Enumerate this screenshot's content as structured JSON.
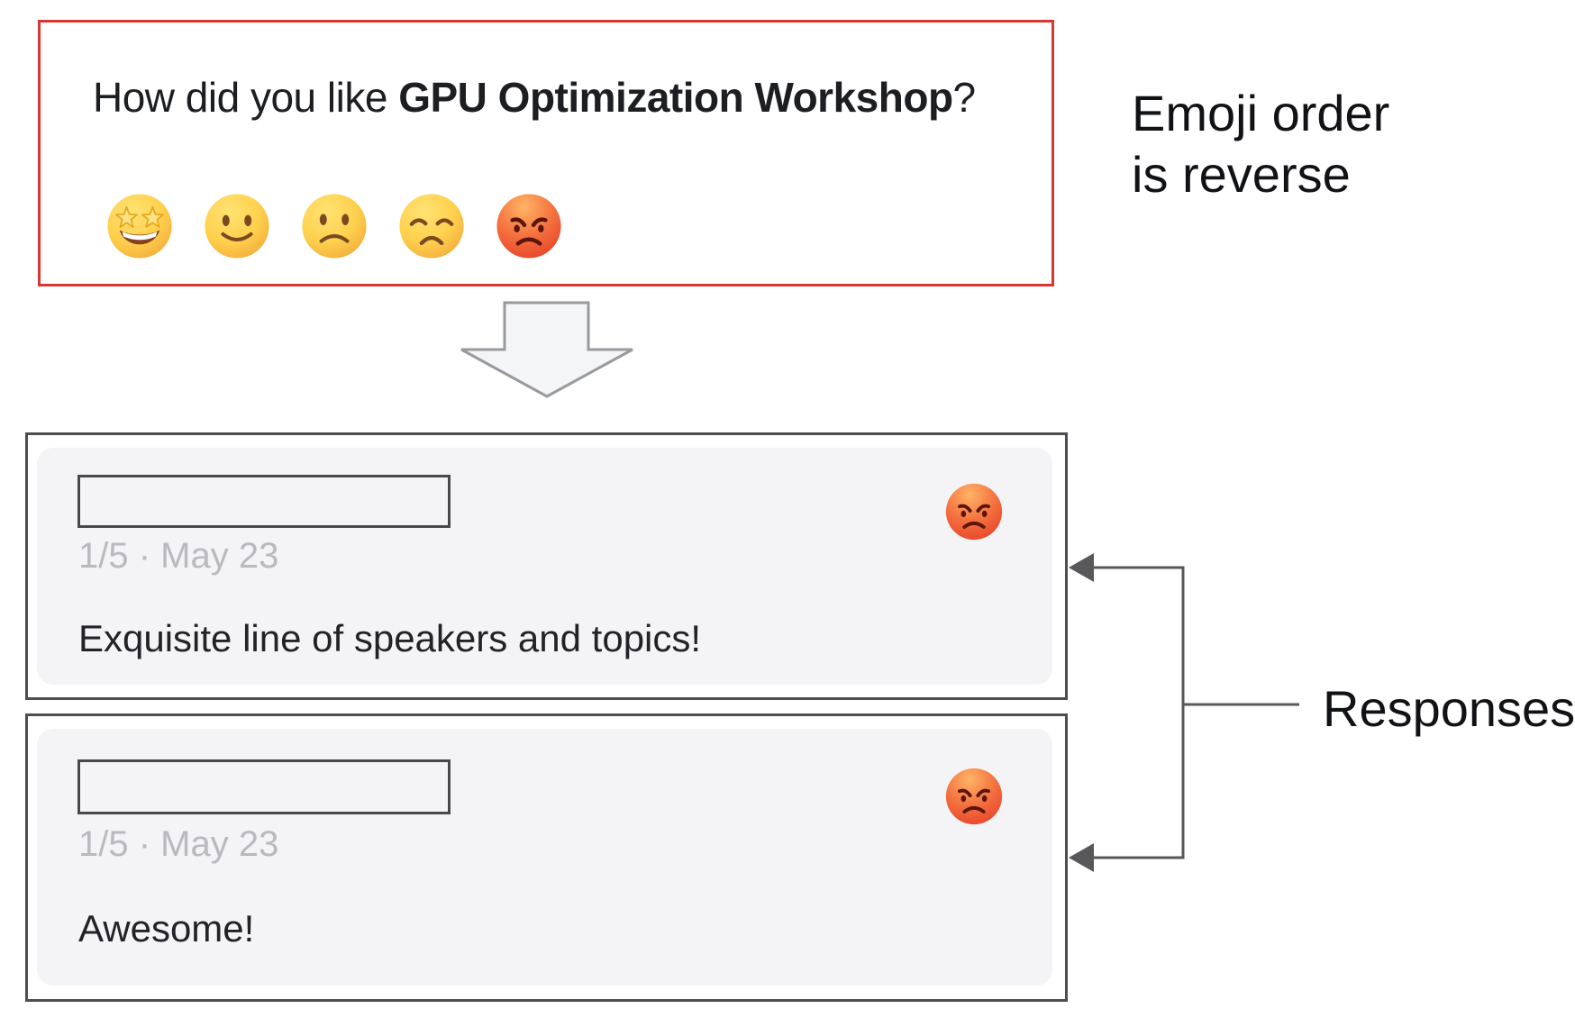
{
  "survey_widget": {
    "question": {
      "prefix": "How did you like ",
      "event_name_bold": "GPU Optimization Workshop",
      "suffix": "?"
    },
    "emoji_options": [
      {
        "name": "star-struck",
        "char": "🤩"
      },
      {
        "name": "slightly-smiling",
        "char": "🙂"
      },
      {
        "name": "frowning",
        "char": "🙁"
      },
      {
        "name": "disappointed",
        "char": "😞"
      },
      {
        "name": "enraged",
        "char": "😡"
      }
    ]
  },
  "annotations": {
    "emoji_order_line1": "Emoji order",
    "emoji_order_line2": "is reverse",
    "responses_label": "Responses"
  },
  "responses": [
    {
      "redacted_name_value": "",
      "meta": "1/5 · May 23",
      "comment": "Exquisite line of speakers and topics!",
      "emoji": {
        "name": "enraged",
        "char": "😡"
      }
    },
    {
      "redacted_name_value": "",
      "meta": "1/5 · May 23",
      "comment": "Awesome!",
      "emoji": {
        "name": "enraged",
        "char": "😡"
      }
    }
  ],
  "colors": {
    "survey_border": "#d63831",
    "card_border": "#4e4e52",
    "card_background": "#f4f4f6",
    "connector": "#58585a",
    "meta_text": "#b9b9be",
    "comment_text": "#232327",
    "block_arrow_fill": "#f4f5f6",
    "block_arrow_stroke": "#9a9a9e"
  }
}
